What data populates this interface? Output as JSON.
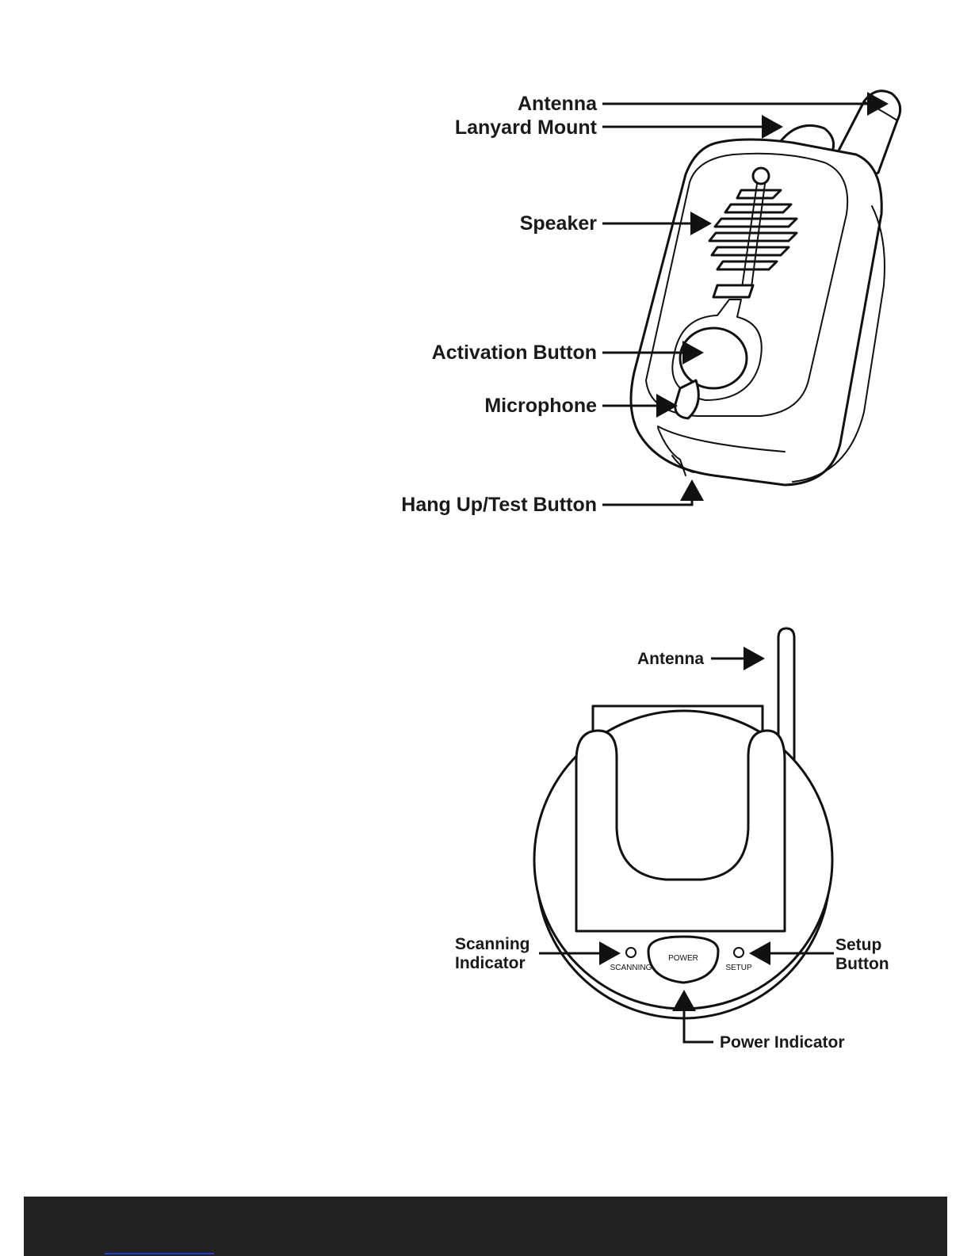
{
  "transmitter": {
    "labels": {
      "antenna": "Antenna",
      "lanyard_mount": "Lanyard Mount",
      "speaker": "Speaker",
      "activation_button": "Activation Button",
      "microphone": "Microphone",
      "hang_up_test_button": "Hang Up/Test Button"
    }
  },
  "base_unit": {
    "labels": {
      "antenna": "Antenna",
      "scanning_indicator_1": "Scanning",
      "scanning_indicator_2": "Indicator",
      "setup_button_1": "Setup",
      "setup_button_2": "Button",
      "power_indicator": "Power Indicator"
    },
    "panel": {
      "scanning": "SCANNING",
      "power": "POWER",
      "setup": "SETUP"
    }
  },
  "colors": {
    "ink": "#111111",
    "footer": "#222222",
    "footer_link": "#1f3fd0"
  }
}
